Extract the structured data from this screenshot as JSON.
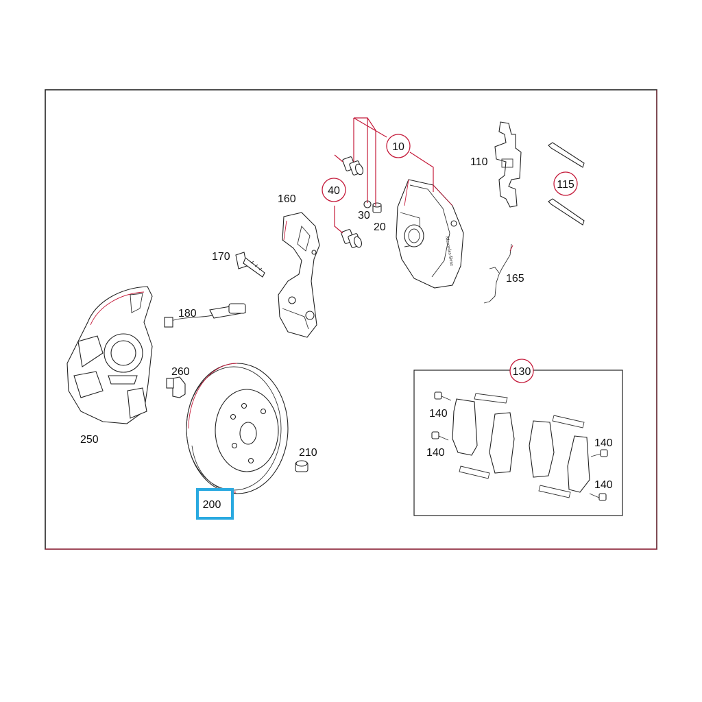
{
  "diagram": {
    "labels": {
      "l10": "10",
      "l20": "20",
      "l30": "30",
      "l40": "40",
      "l110": "110",
      "l115": "115",
      "l130": "130",
      "l140a": "140",
      "l140b": "140",
      "l140c": "140",
      "l140d": "140",
      "l160": "160",
      "l165": "165",
      "l170": "170",
      "l180": "180",
      "l200": "200",
      "l210": "210",
      "l250": "250",
      "l260": "260"
    },
    "logo_text": "Mercedes-Benz",
    "colors": {
      "frame_accent": "#c41a3a",
      "highlight": "#29a9e0",
      "line": "#222222"
    },
    "highlighted_part": "200"
  }
}
